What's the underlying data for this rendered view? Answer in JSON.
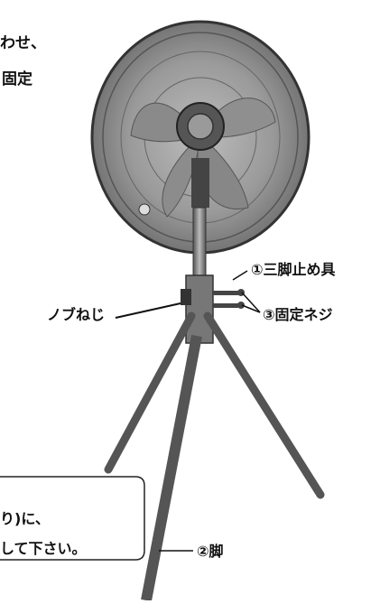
{
  "instruction": {
    "line1": "わせ、",
    "line2": "固定"
  },
  "labels": {
    "knob_screw": "ノブねじ",
    "leg_stopper": "①三脚止め具",
    "fixing_screw": "③固定ネジ",
    "leg": "②脚"
  },
  "note": {
    "line1": "り)に、",
    "line2": "して下さい。"
  }
}
